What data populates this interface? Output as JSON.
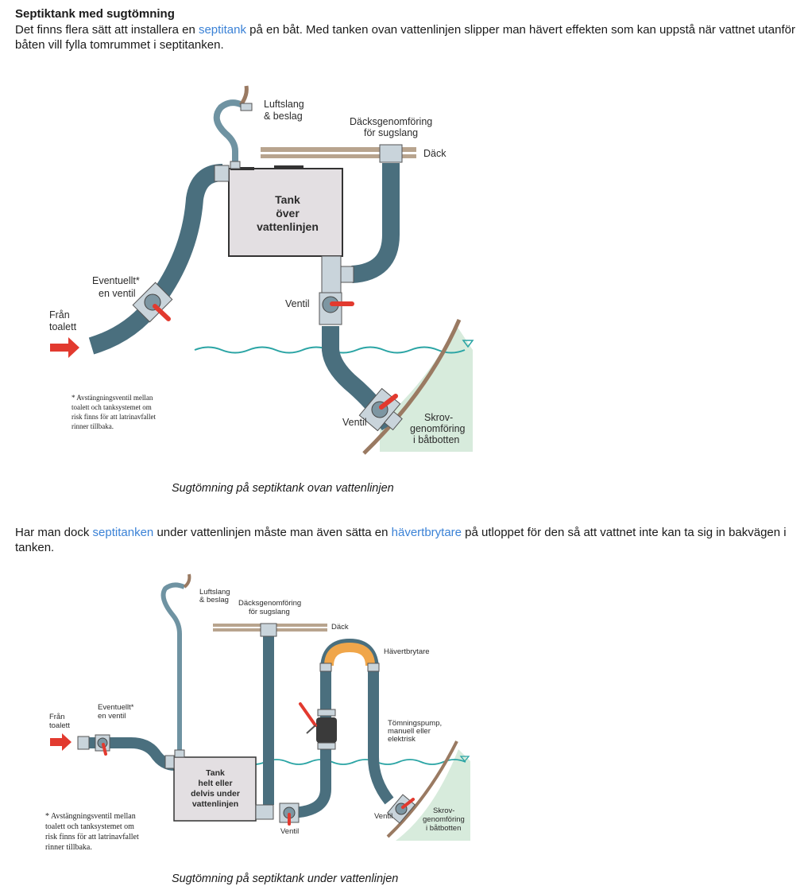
{
  "heading": "Septiktank med sugtömning",
  "para1": {
    "before": "Det finns flera sätt att installera en ",
    "link": "septitank",
    "after": " på en båt. Med tanken ovan vattenlinjen slipper man hävert effekten som kan uppstå när vattnet utanför båten vill fylla tomrummet i septitanken."
  },
  "caption1": "Sugtömning på septiktank ovan vattenlinjen",
  "para2": {
    "before": "Har man dock ",
    "link1": "septitanken",
    "middle": " under vattenlinjen måste man även sätta en ",
    "link2": "hävertbrytare",
    "after": " på utloppet för den så att vattnet inte kan ta sig in bakvägen i tanken."
  },
  "caption2": "Sugtömning på septiktank under vattenlinjen",
  "diagram1": {
    "vent_1": "Luftslang",
    "vent_2": "& beslag",
    "deck_fitting_1": "Däcksgenomföring",
    "deck_fitting_2": "för sugslang",
    "deck": "Däck",
    "tank_1": "Tank",
    "tank_2": "över",
    "tank_3": "vattenlinjen",
    "optional_1": "Eventuellt*",
    "optional_2": "en ventil",
    "from_1": "Från",
    "from_2": "toalett",
    "valve_upper": "Ventil",
    "valve_lower": "Ventil",
    "hull_1": "Skrov-",
    "hull_2": "genomföring",
    "hull_3": "i båtbotten",
    "note_1": "* Avstängningsventil mellan",
    "note_2": "toalett och tanksystemet om",
    "note_3": "risk finns för att latrinavfallet",
    "note_4": "rinner tillbaka."
  },
  "diagram2": {
    "vent_1": "Luftslang",
    "vent_2": "& beslag",
    "deck_fitting_1": "Däcksgenomföring",
    "deck_fitting_2": "för sugslang",
    "deck": "Däck",
    "siphon_breaker": "Hävertbrytare",
    "pump_1": "Tömningspump,",
    "pump_2": "manuell eller",
    "pump_3": "elektrisk",
    "optional_1": "Eventuellt*",
    "optional_2": "en ventil",
    "from_1": "Från",
    "from_2": "toalett",
    "tank_1": "Tank",
    "tank_2": "helt eller",
    "tank_3": "delvis under",
    "tank_4": "vattenlinjen",
    "valve_bottom": "Ventil",
    "valve_right": "Ventil",
    "hull_1": "Skrov-",
    "hull_2": "genomföring",
    "hull_3": "i båtbotten",
    "note_1": "* Avstängningsventil mellan",
    "note_2": "toalett och tanksystemet om",
    "note_3": "risk finns för att latrinavfallet",
    "note_4": "rinner tillbaka."
  },
  "colors": {
    "hose": "#4a6f7e",
    "hose_light": "#6f93a2",
    "fitting": "#c9d4db",
    "tank_fill": "#e3dfe2",
    "valve_handle": "#e23a2f",
    "deck": "#b8a48e",
    "water_line": "#2aa4a4",
    "water_fill": "#d7ebdc",
    "hull": "#9a7a62",
    "arrow": "#e23a2f",
    "siphon": "#f0a64a",
    "link": "#3b82d6"
  }
}
